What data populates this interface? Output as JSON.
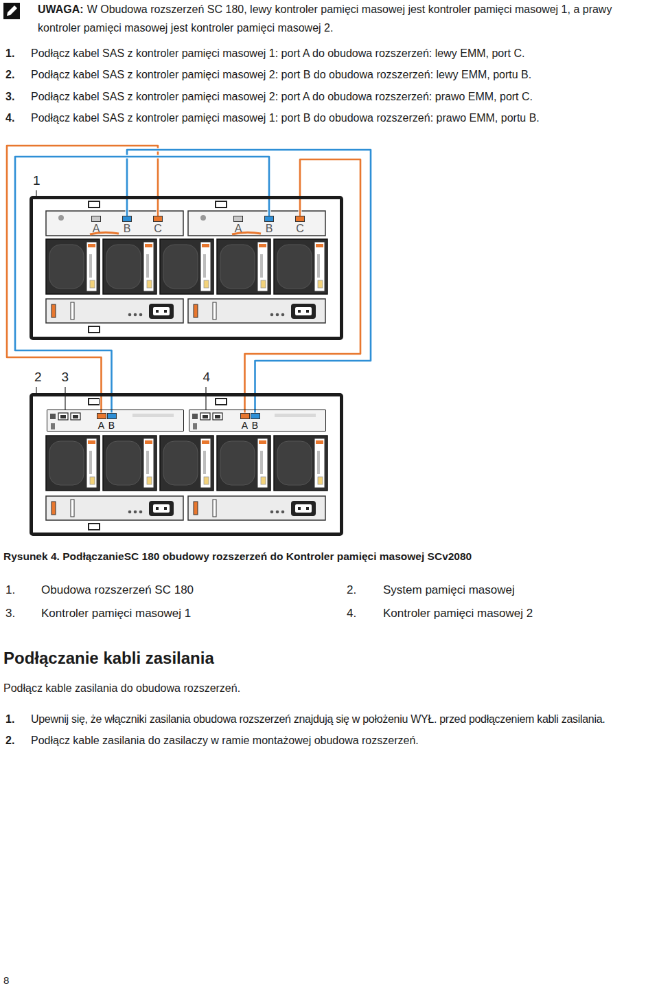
{
  "diagram": {
    "caption": "Rysunek 4. PodłączanieSC 180 obudowy rozszerzeń do Kontroler pamięci masowej SCv2080",
    "nodes": [
      {
        "text": [
          "1"
        ]
      },
      {
        "text": [
          "A"
        ],
        "in": 0
      },
      {
        "text": [
          "B"
        ],
        "in": 0
      },
      {
        "text": [
          "C"
        ],
        "in": 0
      },
      {
        "text": [
          "A"
        ],
        "in": 0
      },
      {
        "text": [
          "B"
        ],
        "in": 0
      },
      {
        "text": [
          "C"
        ],
        "in": 0
      },
      {
        "text": [
          "2"
        ]
      },
      {
        "text": [
          "3"
        ],
        "in": 7
      },
      {
        "text": [
          "A"
        ],
        "in": 8
      },
      {
        "text": [
          "B"
        ],
        "in": 8
      },
      {
        "text": [
          "4"
        ],
        "in": 7
      },
      {
        "text": [
          "A"
        ],
        "in": 11
      },
      {
        "text": [
          "B"
        ],
        "in": 11
      }
    ],
    "edges": [
      {
        "from": 9,
        "to": 3,
        "arrow": "none"
      },
      {
        "from": 13,
        "to": 2,
        "arrow": "none"
      },
      {
        "from": 12,
        "to": 6,
        "arrow": "none"
      },
      {
        "from": 10,
        "to": 5,
        "arrow": "none"
      }
    ],
    "labels": [
      "UWAGA:",
      "W Obudowa rozszerzeń SC 180, lewy kontroler pamięci masowej jest kontroler pamięci masowej 1, a prawy kontroler pamięci masowej jest kontroler pamięci masowej 2.",
      "1.",
      "Podłącz kabel SAS z kontroler pamięci masowej 1: port A do obudowa rozszerzeń: lewy EMM, port C.",
      "2.",
      "Podłącz kabel SAS z kontroler pamięci masowej 2: port B do obudowa rozszerzeń: lewy EMM, portu B.",
      "3.",
      "Podłącz kabel SAS z kontroler pamięci masowej 2: port A do obudowa rozszerzeń: prawo EMM, port C.",
      "4.",
      "Podłącz kabel SAS z kontroler pamięci masowej 1: port B do obudowa rozszerzeń: prawo EMM, portu B.",
      "1.",
      "Obudowa rozszerzeń SC 180",
      "2.",
      "System pamięci masowej",
      "3.",
      "Kontroler pamięci masowej 1",
      "4.",
      "Kontroler pamięci masowej 2",
      "Podłączanie kabli zasilania",
      "Podłącz kable zasilania do obudowa rozszerzeń.",
      "1.",
      "Upewnij się, że włączniki zasilania obudowa rozszerzeń znajdują się w położeniu WYŁ. przed podłączeniem kabli zasilania.",
      "2.",
      "Podłącz kable zasilania do zasilaczy w ramie montażowej obudowa rozszerzeń.",
      "8"
    ]
  }
}
